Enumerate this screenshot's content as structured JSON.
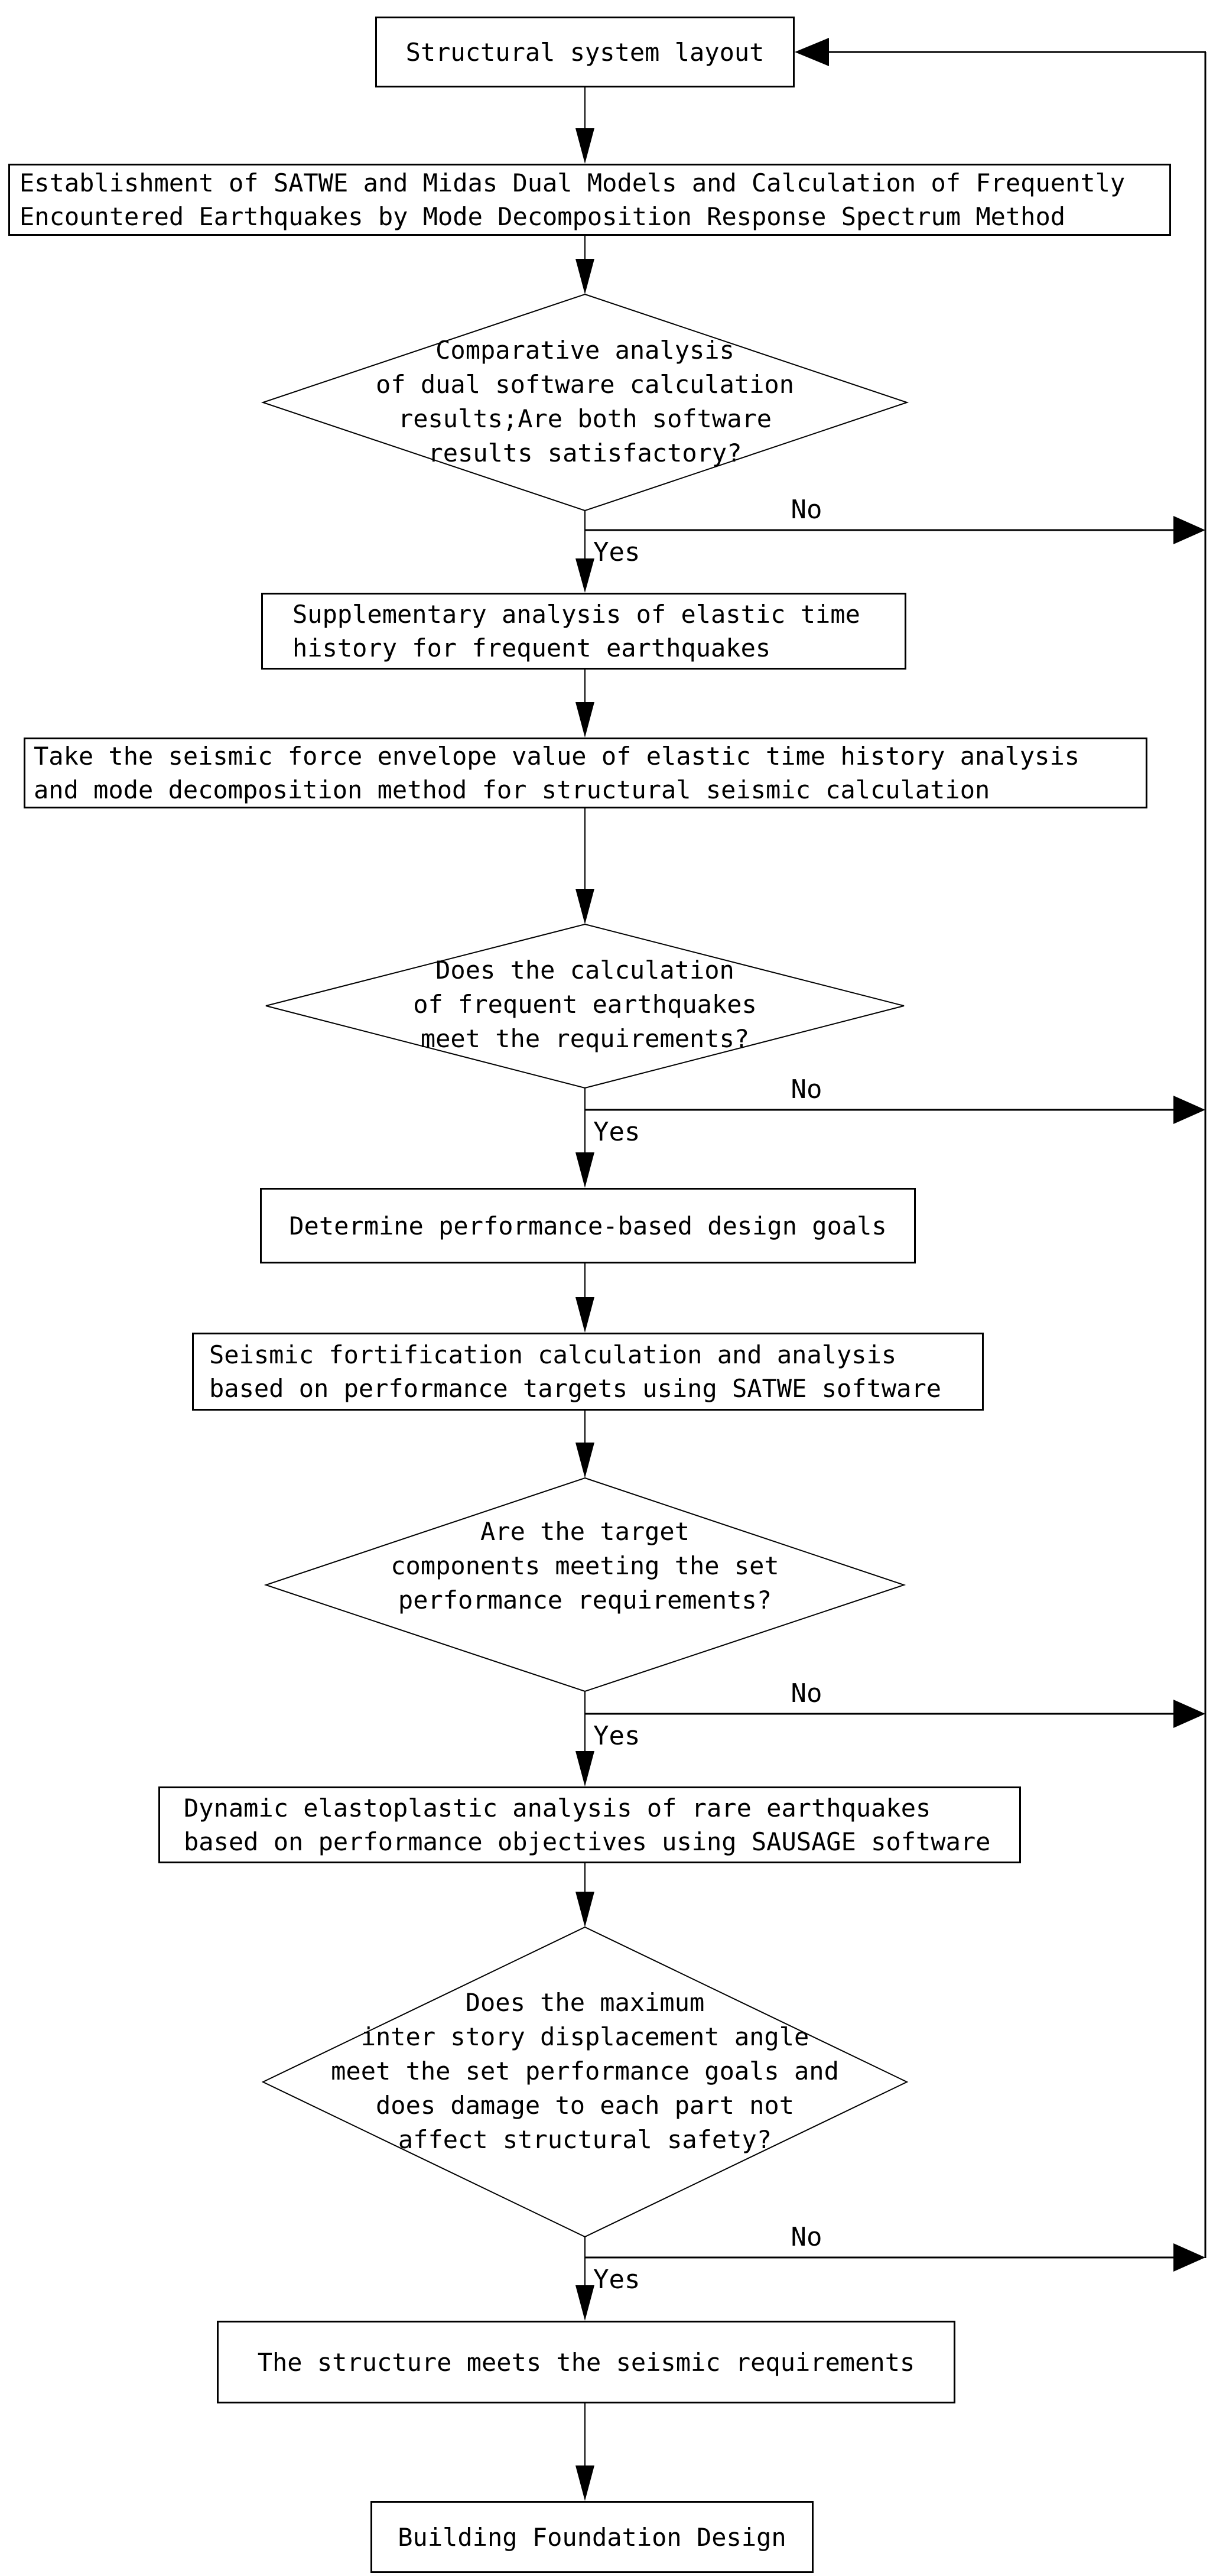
{
  "diagram": {
    "type": "flowchart",
    "background_color": "#ffffff",
    "line_color": "#000000",
    "text_color": "#000000",
    "nodes": {
      "start": {
        "shape": "process",
        "label": "Structural system layout"
      },
      "dual_model_calc": {
        "shape": "process",
        "label": "Establishment of SATWE and Midas Dual Models and Calculation of Frequently\nEncountered Earthquakes by Mode Decomposition Response Spectrum Method"
      },
      "decision_dual_software": {
        "shape": "decision",
        "label": "Comparative analysis\nof dual software calculation\nresults;Are both software\nresults satisfactory?",
        "yes_label": "Yes",
        "no_label": "No"
      },
      "supplementary_analysis": {
        "shape": "process",
        "label": "Supplementary analysis of elastic time\nhistory for frequent earthquakes"
      },
      "seismic_envelope": {
        "shape": "process",
        "label": "Take the seismic force envelope value of elastic time history analysis\nand mode decomposition method for structural seismic calculation"
      },
      "decision_frequent_eq": {
        "shape": "decision",
        "label": "Does the calculation\nof frequent earthquakes\nmeet the requirements?",
        "yes_label": "Yes",
        "no_label": "No"
      },
      "design_goals": {
        "shape": "process",
        "label": "Determine performance-based design goals"
      },
      "fortification_calc": {
        "shape": "process",
        "label": "Seismic fortification calculation and analysis\nbased on performance targets using SATWE software"
      },
      "decision_target_components": {
        "shape": "decision",
        "label": "Are the target\ncomponents meeting the set\nperformance requirements?",
        "yes_label": "Yes",
        "no_label": "No"
      },
      "elastoplastic_analysis": {
        "shape": "process",
        "label": "Dynamic elastoplastic analysis of rare earthquakes\nbased on performance objectives using SAUSAGE software"
      },
      "decision_displacement": {
        "shape": "decision",
        "label": "Does the maximum\ninter story displacement angle\nmeet the set performance goals and\ndoes damage to each part not\naffect structural safety?",
        "yes_label": "Yes",
        "no_label": "No"
      },
      "structure_ok": {
        "shape": "process",
        "label": "The structure meets the seismic requirements"
      },
      "foundation_design": {
        "shape": "process",
        "label": "Building Foundation Design"
      }
    }
  }
}
